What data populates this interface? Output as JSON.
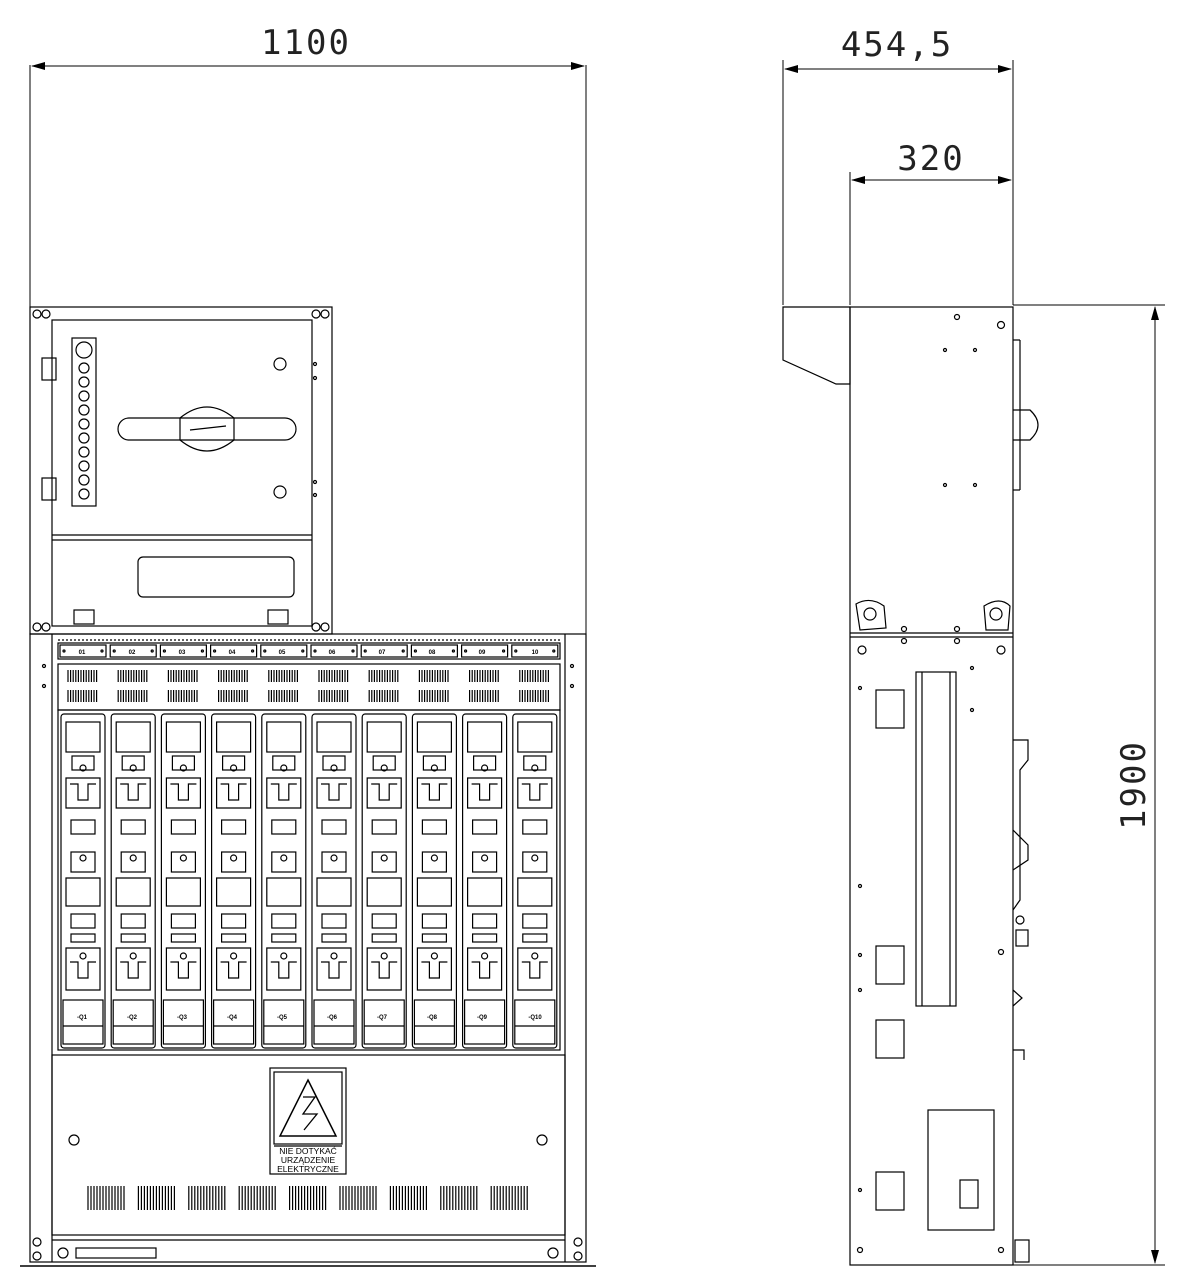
{
  "dimensions": {
    "front_width": "1100",
    "side_depth_total": "454,5",
    "side_depth_body": "320",
    "height": "1900"
  },
  "fuse_top_labels": [
    "01",
    "02",
    "03",
    "04",
    "05",
    "06",
    "07",
    "08",
    "09",
    "10"
  ],
  "fuse_bottom_labels": [
    "-Q1",
    "-Q2",
    "-Q3",
    "-Q4",
    "-Q5",
    "-Q6",
    "-Q7",
    "-Q8",
    "-Q9",
    "-Q10"
  ],
  "warning_sign": {
    "line1": "NIE DOTYKAĆ",
    "line2": "URZĄDZENIE",
    "line3": "ELEKTRYCZNE"
  },
  "colors": {
    "line": "#000000",
    "dimension": "#333333"
  }
}
